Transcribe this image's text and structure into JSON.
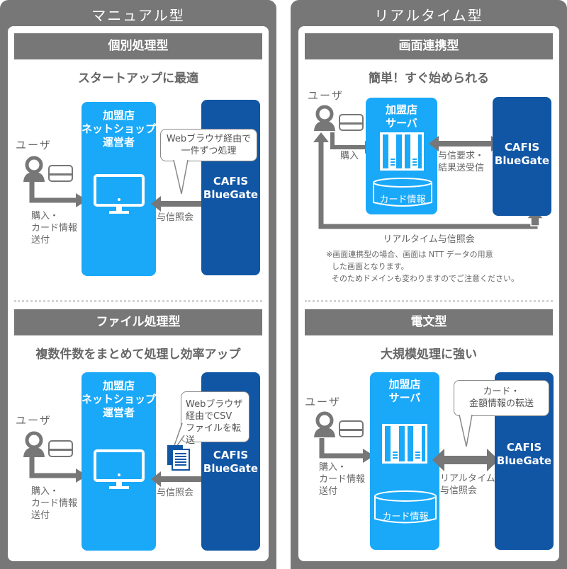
{
  "left_panel": {
    "title": "マニュアル型",
    "sections": [
      {
        "header": "個別処理型",
        "subtitle": "スタートアップに最適",
        "user_label": "ユーザ",
        "merchant_lines": [
          "加盟店",
          "ネットショップ",
          "運営者"
        ],
        "cafis_lines": [
          "CAFIS",
          "BlueGate"
        ],
        "bubble_lines": [
          "Webブラウザ経由で",
          "一件ずつ処理"
        ],
        "user_flow_lines": [
          "購入・",
          "カード情報",
          "送付"
        ],
        "link_label": "与信照会"
      },
      {
        "header": "ファイル処理型",
        "subtitle": "複数件数をまとめて処理し効率アップ",
        "user_label": "ユーザ",
        "merchant_lines": [
          "加盟店",
          "ネットショップ",
          "運営者"
        ],
        "cafis_lines": [
          "CAFIS",
          "BlueGate"
        ],
        "bubble_lines": [
          "Webブラウザ",
          "経由でCSV",
          "ファイルを転送"
        ],
        "user_flow_lines": [
          "購入・",
          "カード情報",
          "送付"
        ],
        "link_label": "与信照会"
      }
    ]
  },
  "right_panel": {
    "title": "リアルタイム型",
    "sections": [
      {
        "header": "画面連携型",
        "subtitle": "簡単！すぐ始められる",
        "user_label": "ユーザ",
        "merchant_lines": [
          "加盟店",
          "サーバ"
        ],
        "db_label": "カード情報",
        "cafis_lines": [
          "CAFIS",
          "BlueGate"
        ],
        "user_flow_label": "購入",
        "link_lines": [
          "与信要求・",
          "結果送受信"
        ],
        "return_label": "リアルタイム与信照会",
        "note_lines": [
          "※画面連携型の場合、画面は NTT データの用意",
          "した画面となります。",
          "そのためドメインも変わりますのでご注意ください。"
        ]
      },
      {
        "header": "電文型",
        "subtitle": "大規模処理に強い",
        "user_label": "ユーザ",
        "merchant_lines": [
          "加盟店",
          "サーバ"
        ],
        "db_label": "カード情報",
        "cafis_lines": [
          "CAFIS",
          "BlueGate"
        ],
        "bubble_lines": [
          "カード・",
          "金額情報の転送"
        ],
        "user_flow_lines": [
          "購入・",
          "カード情報",
          "送付"
        ],
        "link_lines": [
          "リアルタイム",
          "与信照会"
        ]
      }
    ]
  },
  "colors": {
    "panel_gray": "#777777",
    "merchant_blue": "#1aa9f8",
    "cafis_navy": "#1156a5",
    "arrow_gray": "#777777"
  }
}
